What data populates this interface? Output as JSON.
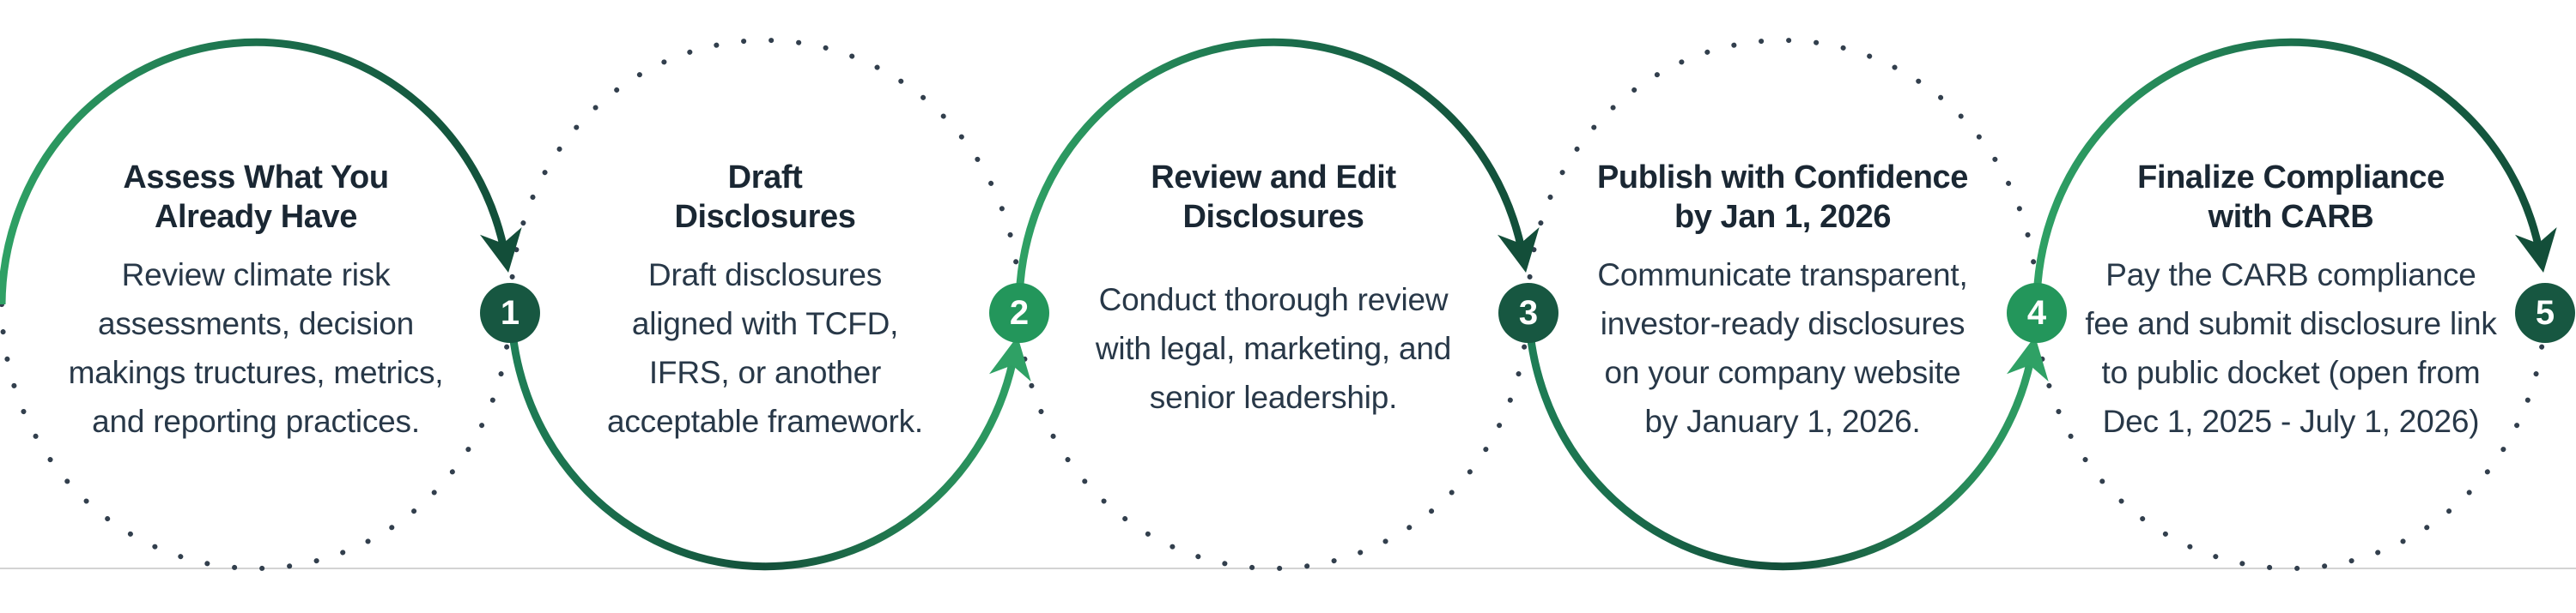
{
  "page": {
    "background": "#ffffff",
    "divider_color": "#d3d3d3"
  },
  "palette": {
    "arc_green_light": "#2fa165",
    "arc_green_mid": "#1a6b4a",
    "arc_green_dark": "#124e39",
    "badge_dark_green": "#175741",
    "badge_medium_green": "#23965b",
    "dot_color": "#323f4d",
    "title_color": "#1a2733",
    "body_color": "#283848"
  },
  "steps": [
    {
      "number": "1",
      "badge_style": "dark",
      "arc_style": "solid-top-arrow-down",
      "title_lines": [
        "Assess What You",
        "Already Have"
      ],
      "body_lines": [
        "Review climate risk",
        "assessments, decision",
        "makings tructures, metrics,",
        "and reporting practices."
      ]
    },
    {
      "number": "2",
      "badge_style": "medium",
      "arc_style": "solid-bottom-arrow-up",
      "title_lines": [
        "Draft",
        "Disclosures"
      ],
      "body_lines": [
        "Draft disclosures",
        "aligned with TCFD,",
        "IFRS, or another",
        "acceptable framework."
      ]
    },
    {
      "number": "3",
      "badge_style": "dark",
      "arc_style": "solid-top-arrow-down",
      "title_lines": [
        "Review and Edit",
        "Disclosures"
      ],
      "body_lines": [
        "Conduct thorough review",
        "with legal, marketing, and",
        "senior leadership."
      ]
    },
    {
      "number": "4",
      "badge_style": "medium",
      "arc_style": "solid-bottom-arrow-up",
      "title_lines": [
        "Publish with Confidence",
        "by Jan 1, 2026"
      ],
      "body_lines": [
        "Communicate transparent,",
        "investor-ready disclosures",
        "on your company website",
        "by January 1, 2026."
      ]
    },
    {
      "number": "5",
      "badge_style": "dark",
      "arc_style": "solid-top-arrow-down",
      "title_lines": [
        "Finalize Compliance",
        "with CARB"
      ],
      "body_lines": [
        "Pay the CARB compliance",
        "fee and submit disclosure link",
        "to public docket (open from",
        "Dec 1, 2025 - July 1, 2026)"
      ]
    }
  ]
}
